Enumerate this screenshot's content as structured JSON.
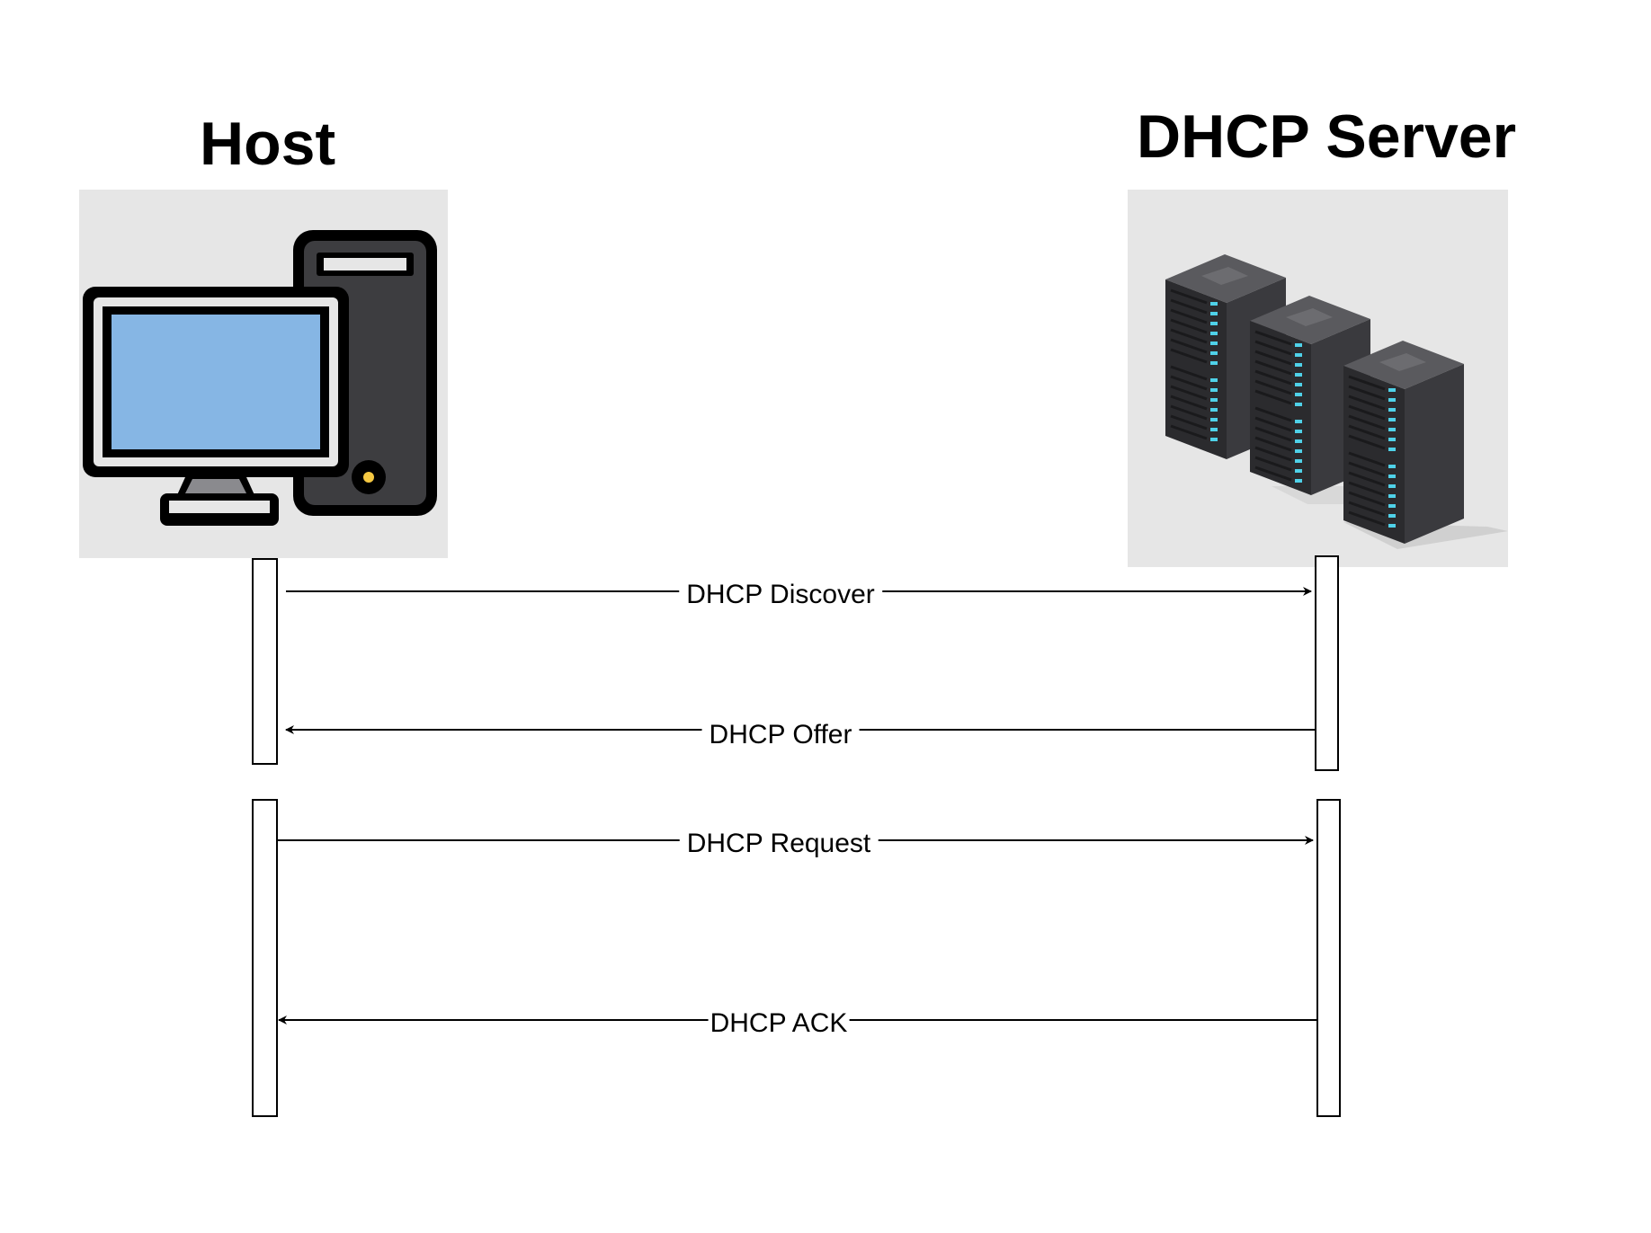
{
  "participants": {
    "host": {
      "title": "Host",
      "icon": "desktop-computer-icon"
    },
    "server": {
      "title": "DHCP Server",
      "icon": "server-rack-icon"
    }
  },
  "messages": [
    {
      "label": "DHCP Discover",
      "from": "host",
      "to": "server"
    },
    {
      "label": "DHCP Offer",
      "from": "server",
      "to": "host"
    },
    {
      "label": "DHCP Request",
      "from": "host",
      "to": "server"
    },
    {
      "label": "DHCP ACK",
      "from": "server",
      "to": "host"
    }
  ],
  "colors": {
    "tile_bg": "#e6e6e6",
    "monitor_screen": "#86b6e4",
    "tower": "#3d3d40",
    "power_led": "#f5c842",
    "server_led": "#4fd1e8"
  }
}
